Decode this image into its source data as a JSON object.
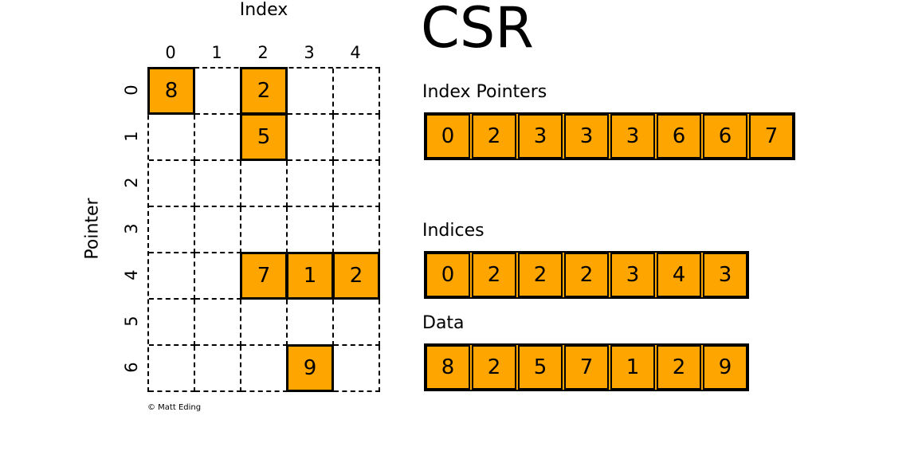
{
  "title": "CSR",
  "credit": "© Matt Eding",
  "colors": {
    "cell_fill": "#FFA500",
    "line": "#000000",
    "background": "#FFFFFF"
  },
  "matrix": {
    "x_axis_label": "Index",
    "y_axis_label": "Pointer",
    "col_labels": [
      "0",
      "1",
      "2",
      "3",
      "4"
    ],
    "row_labels": [
      "0",
      "1",
      "2",
      "3",
      "4",
      "5",
      "6"
    ],
    "rows": 7,
    "cols": 5,
    "filled_cells": [
      {
        "row": 0,
        "col": 0,
        "value": "8"
      },
      {
        "row": 0,
        "col": 2,
        "value": "2"
      },
      {
        "row": 1,
        "col": 2,
        "value": "5"
      },
      {
        "row": 4,
        "col": 2,
        "value": "7"
      },
      {
        "row": 4,
        "col": 3,
        "value": "1"
      },
      {
        "row": 4,
        "col": 4,
        "value": "2"
      },
      {
        "row": 6,
        "col": 3,
        "value": "9"
      }
    ]
  },
  "arrays": [
    {
      "label": "Index Pointers",
      "values": [
        "0",
        "2",
        "3",
        "3",
        "3",
        "6",
        "6",
        "7"
      ]
    },
    {
      "label": "Indices",
      "values": [
        "0",
        "2",
        "2",
        "2",
        "3",
        "4",
        "3"
      ]
    },
    {
      "label": "Data",
      "values": [
        "8",
        "2",
        "5",
        "7",
        "1",
        "2",
        "9"
      ]
    }
  ]
}
